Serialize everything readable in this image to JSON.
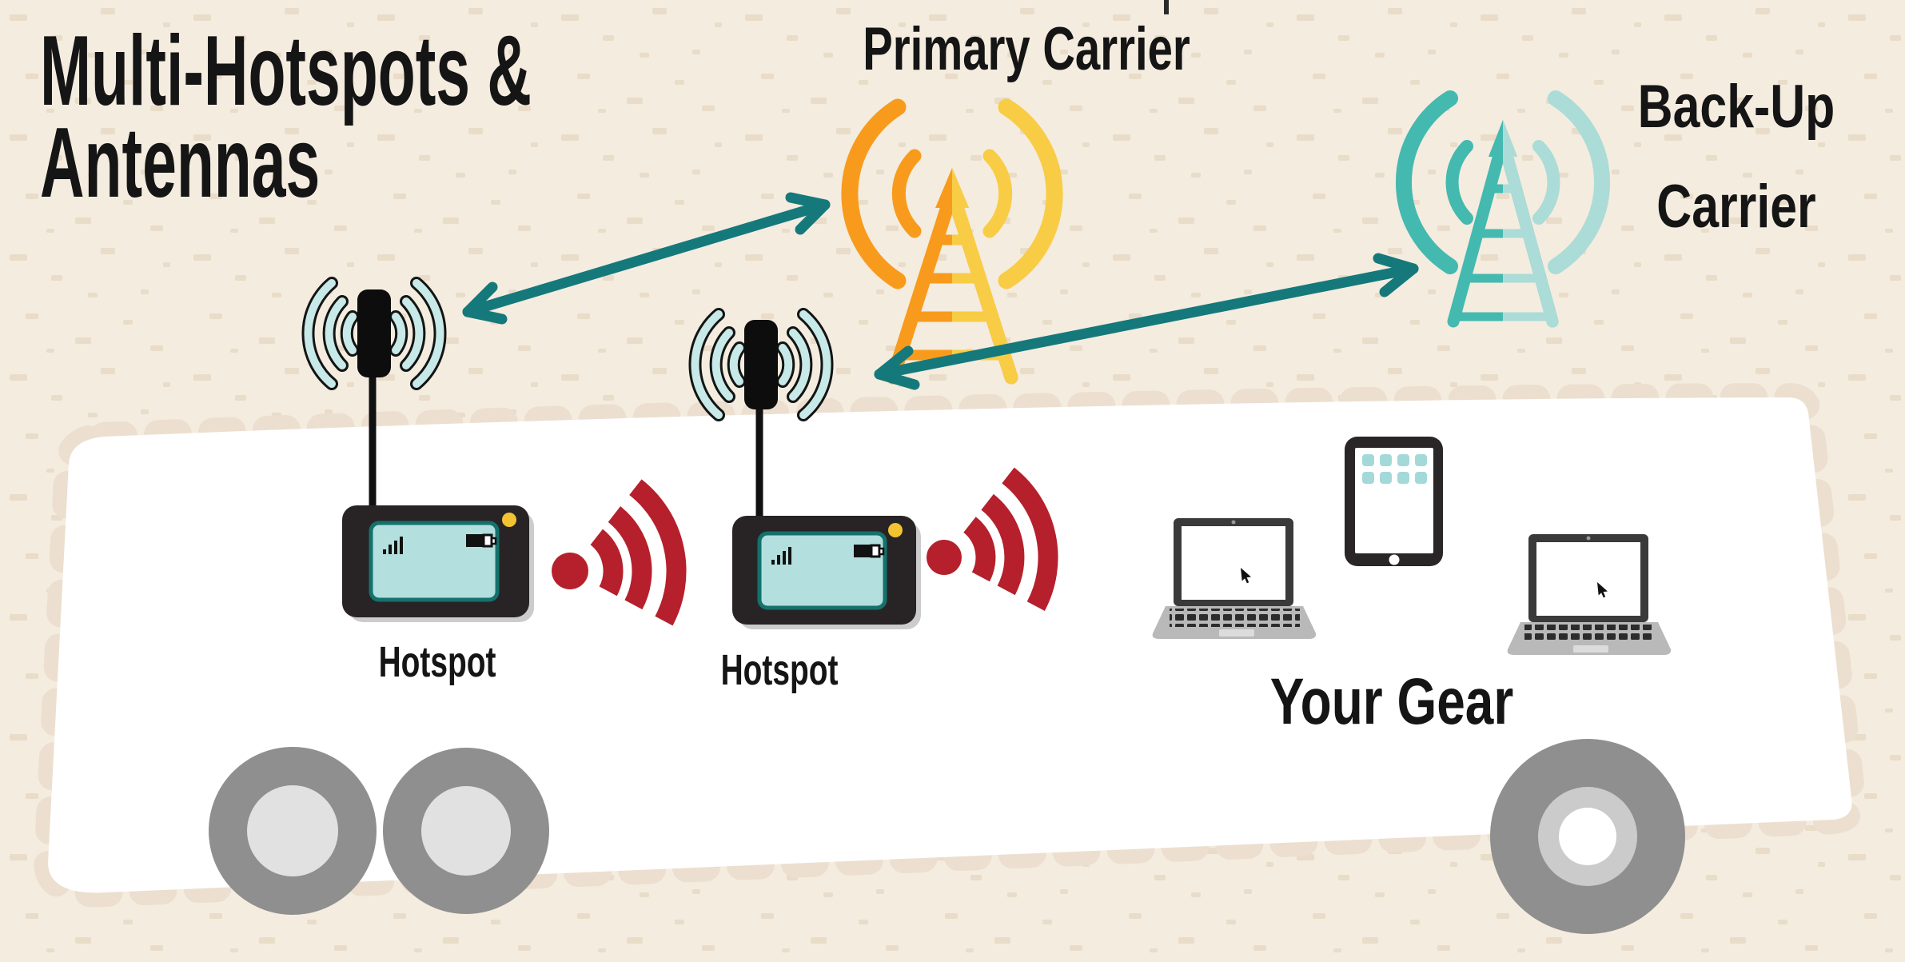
{
  "title": {
    "line1": "Multi-Hotspots &",
    "line2": "Antennas"
  },
  "carriers": {
    "primary": {
      "label": "Primary Carrier"
    },
    "backup": {
      "label_line1": "Back-Up",
      "label_line2": "Carrier"
    }
  },
  "devices": {
    "hotspot1_label": "Hotspot",
    "hotspot2_label": "Hotspot",
    "gear_label": "Your Gear"
  },
  "icons": [
    "primary-cell-tower-icon",
    "backup-cell-tower-icon",
    "roof-antenna-icon",
    "roof-antenna-icon",
    "hotspot-device-icon",
    "hotspot-device-icon",
    "wifi-signal-icon",
    "wifi-signal-icon",
    "laptop-icon",
    "tablet-icon",
    "laptop-icon",
    "rv-body-shape",
    "wheel-icon",
    "double-arrow-icon",
    "double-arrow-icon"
  ],
  "colors": {
    "background": "#f4ecdf",
    "speckle": "#e0cfb6",
    "rv_white": "#ffffff",
    "scallop_edge": "#ecdfcf",
    "text_black": "#151515",
    "arrow_teal": "#15797b",
    "primary_orange": "#f89b1c",
    "primary_yellow": "#f8cc45",
    "backup_teal": "#44b9af",
    "backup_teal_light": "#abdcd7",
    "antenna_arc_fill": "#c7e9e8",
    "hotspot_body": "#282425",
    "hotspot_screen": "#b3dfde",
    "hotspot_screen_border": "#15716c",
    "hotspot_led": "#f3c331",
    "wifi_red": "#b5202c",
    "wheel_gray": "#8f8f8f",
    "wheel_inner_gray": "#e1e1e1",
    "wheel_mid_gray": "#cbcbcb",
    "laptop_bezel": "#3a3a3a",
    "laptop_base": "#b9b9b9",
    "tablet_body": "#2a2527",
    "app_icon_teal": "#a3d9d9"
  }
}
